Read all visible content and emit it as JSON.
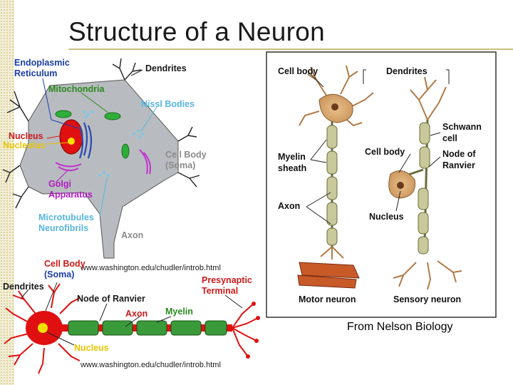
{
  "title": "Structure of a Neuron",
  "caption": "From Nelson Biology",
  "left_diagram": {
    "labels": {
      "er": [
        "Endoplasmic",
        "Reticulum"
      ],
      "dendrites": "Dendrites",
      "mitochondria": "Mitochondria",
      "nissl": "Nissl Bodies",
      "nucleus": "Nucleus",
      "nucleolus": "Nucleolus",
      "cell_body": [
        "Cell Body",
        "(Soma)"
      ],
      "golgi": [
        "Golgi",
        "Apparatus"
      ],
      "microtubules": [
        "Microtubules",
        "Neurofibrils"
      ],
      "axon": "Axon"
    },
    "source_url": "www.washington.edu/chudler/introb.html"
  },
  "bottom_diagram": {
    "labels": {
      "cell_body": [
        "Cell Body",
        "(Soma)"
      ],
      "dendrites": "Dendrites",
      "node_of_ranvier": "Node of Ranvier",
      "axon": "Axon",
      "myelin": "Myelin",
      "presynaptic": [
        "Presynaptic",
        "Terminal"
      ],
      "nucleus": "Nucleus"
    },
    "source_url": "www.washington.edu/chudler/introb.html"
  },
  "right_diagram": {
    "labels": {
      "cell_body_top": "Cell body",
      "dendrites": "Dendrites",
      "schwann": [
        "Schwann",
        "cell"
      ],
      "myelin": [
        "Myelin",
        "sheath"
      ],
      "cell_body_mid": "Cell body",
      "node": [
        "Node of",
        "Ranvier"
      ],
      "axon": "Axon",
      "nucleus": "Nucleus",
      "motor": "Motor neuron",
      "sensory": "Sensory neuron"
    }
  },
  "colors": {
    "label_blue": "#1a3da8",
    "label_green": "#2a8a1e",
    "label_red": "#cc1a1a",
    "label_purple": "#b01ac0",
    "label_cyan": "#57b6e0",
    "label_gray": "#8a8a8a",
    "cell_gray": "#b8bcc0",
    "myelin_green": "#3a9a3a"
  }
}
